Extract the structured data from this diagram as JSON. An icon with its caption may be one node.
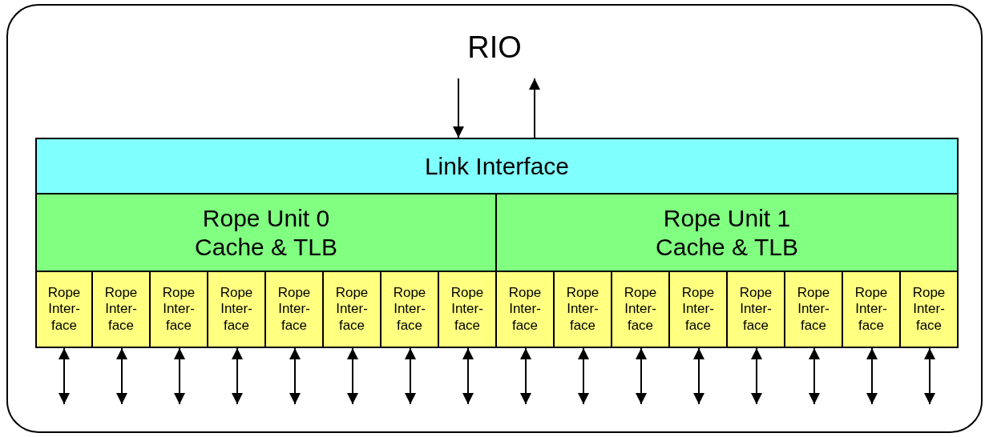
{
  "diagram": {
    "nodes": [
      {
        "text": [
          "RIO"
        ]
      },
      {
        "text": [
          "Link Interface"
        ],
        "in": 0
      },
      {
        "text": [
          "Rope Unit 0 Cache & TLB"
        ],
        "in": 0
      },
      {
        "text": [
          "Rope Unit 1 Cache & TLB"
        ],
        "in": 0
      },
      {
        "text": [
          "Rope Inter- face"
        ],
        "in": 0
      },
      {
        "text": [
          "Rope Inter- face"
        ],
        "in": 0
      },
      {
        "text": [
          "Rope Inter- face"
        ],
        "in": 0
      },
      {
        "text": [
          "Rope Inter- face"
        ],
        "in": 0
      },
      {
        "text": [
          "Rope Inter- face"
        ],
        "in": 0
      },
      {
        "text": [
          "Rope Inter- face"
        ],
        "in": 0
      },
      {
        "text": [
          "Rope Inter- face"
        ],
        "in": 0
      },
      {
        "text": [
          "Rope Inter- face"
        ],
        "in": 0
      },
      {
        "text": [
          "Rope Inter- face"
        ],
        "in": 0
      },
      {
        "text": [
          "Rope Inter- face"
        ],
        "in": 0
      },
      {
        "text": [
          "Rope Inter- face"
        ],
        "in": 0
      },
      {
        "text": [
          "Rope Inter- face"
        ],
        "in": 0
      },
      {
        "text": [
          "Rope Inter- face"
        ],
        "in": 0
      },
      {
        "text": [
          "Rope Inter- face"
        ],
        "in": 0
      },
      {
        "text": [
          "Rope Inter- face"
        ],
        "in": 0
      },
      {
        "text": [
          "Rope Inter- face"
        ],
        "in": 0
      }
    ],
    "edges": [
      {
        "from": null,
        "to": 1,
        "arrow": "to"
      },
      {
        "from": 1,
        "to": null,
        "arrow": "to"
      },
      {
        "from": 4,
        "to": null,
        "arrow": "both"
      },
      {
        "from": 5,
        "to": null,
        "arrow": "both"
      },
      {
        "from": 6,
        "to": null,
        "arrow": "both"
      },
      {
        "from": 7,
        "to": null,
        "arrow": "both"
      },
      {
        "from": 8,
        "to": null,
        "arrow": "both"
      },
      {
        "from": 9,
        "to": null,
        "arrow": "both"
      },
      {
        "from": 10,
        "to": null,
        "arrow": "both"
      },
      {
        "from": 11,
        "to": null,
        "arrow": "both"
      },
      {
        "from": 12,
        "to": null,
        "arrow": "both"
      },
      {
        "from": 13,
        "to": null,
        "arrow": "both"
      },
      {
        "from": 14,
        "to": null,
        "arrow": "both"
      },
      {
        "from": 15,
        "to": null,
        "arrow": "both"
      },
      {
        "from": 16,
        "to": null,
        "arrow": "both"
      },
      {
        "from": 17,
        "to": null,
        "arrow": "both"
      },
      {
        "from": 18,
        "to": null,
        "arrow": "both"
      },
      {
        "from": 19,
        "to": null,
        "arrow": "both"
      }
    ]
  }
}
